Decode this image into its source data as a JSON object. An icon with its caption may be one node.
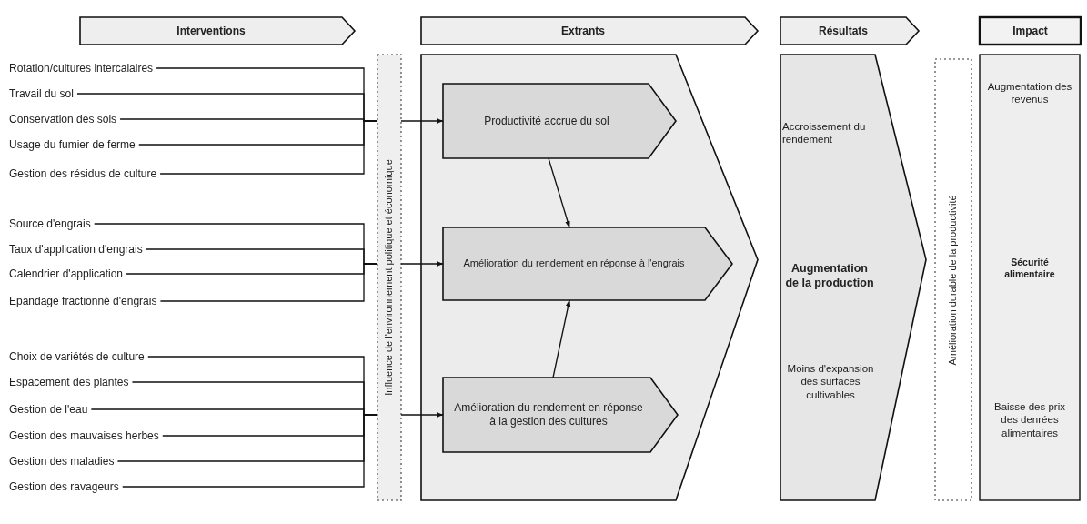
{
  "diagram": {
    "nodes": [
      {
        "text": [
          "Interventions"
        ]
      },
      {
        "text": [
          "Extrants"
        ]
      },
      {
        "text": [
          "Résultats"
        ]
      },
      {
        "text": [
          "Impact"
        ]
      },
      {
        "text": [
          "Rotation/cultures intercalaires"
        ]
      },
      {
        "text": [
          "Travail du sol"
        ]
      },
      {
        "text": [
          "Conservation des sols"
        ]
      },
      {
        "text": [
          "Usage du fumier de ferme"
        ]
      },
      {
        "text": [
          "Gestion des résidus de culture"
        ]
      },
      {
        "text": [
          "Source d'engrais"
        ]
      },
      {
        "text": [
          "Taux d'application d'engrais"
        ]
      },
      {
        "text": [
          "Calendrier d'application"
        ]
      },
      {
        "text": [
          "Epandage fractionné d'engrais"
        ]
      },
      {
        "text": [
          "Choix de variétés de culture"
        ]
      },
      {
        "text": [
          "Espacement des plantes"
        ]
      },
      {
        "text": [
          "Gestion de l'eau"
        ]
      },
      {
        "text": [
          "Gestion des mauvaises herbes"
        ]
      },
      {
        "text": [
          "Gestion des maladies"
        ]
      },
      {
        "text": [
          "Gestion des ravageurs"
        ]
      },
      {
        "text": [
          "Influence de l'environnement politique et économique"
        ]
      },
      {
        "text": [],
        "shape": "chevron"
      },
      {
        "text": [
          "Productivité accrue du sol"
        ],
        "in": 20
      },
      {
        "text": [
          "Amélioration du rendement en réponse à l'engrais"
        ],
        "in": 20
      },
      {
        "text": [
          "Amélioration du rendement en réponse à la gestion des cultures"
        ],
        "in": 20
      },
      {
        "text": [
          "Accroissement du rendement",
          "Augmentation de la production",
          "Moins d'expansion des surfaces cultivables"
        ]
      },
      {
        "text": [
          "Amélioration durable de la productivité"
        ]
      },
      {
        "text": [
          "Augmentation des revenus",
          "Sécurité alimentaire",
          "Baisse des prix des denrées alimentaires"
        ]
      }
    ],
    "edges": [
      {
        "from": 4,
        "to": 19,
        "arrow": "none"
      },
      {
        "from": 5,
        "to": 19,
        "arrow": "none"
      },
      {
        "from": 6,
        "to": 19,
        "arrow": "none"
      },
      {
        "from": 7,
        "to": 19,
        "arrow": "none"
      },
      {
        "from": 8,
        "to": 19,
        "arrow": "none"
      },
      {
        "from": 9,
        "to": 19,
        "arrow": "none"
      },
      {
        "from": 10,
        "to": 19,
        "arrow": "none"
      },
      {
        "from": 11,
        "to": 19,
        "arrow": "none"
      },
      {
        "from": 12,
        "to": 19,
        "arrow": "none"
      },
      {
        "from": 13,
        "to": 19,
        "arrow": "none"
      },
      {
        "from": 14,
        "to": 19,
        "arrow": "none"
      },
      {
        "from": 15,
        "to": 19,
        "arrow": "none"
      },
      {
        "from": 16,
        "to": 19,
        "arrow": "none"
      },
      {
        "from": 17,
        "to": 19,
        "arrow": "none"
      },
      {
        "from": 18,
        "to": 19,
        "arrow": "none"
      },
      {
        "from": 19,
        "to": 21,
        "arrow": "to"
      },
      {
        "from": 19,
        "to": 22,
        "arrow": "to"
      },
      {
        "from": 19,
        "to": 23,
        "arrow": "to"
      },
      {
        "from": 21,
        "to": 22,
        "arrow": "to"
      },
      {
        "from": 23,
        "to": 22,
        "arrow": "to"
      }
    ]
  }
}
